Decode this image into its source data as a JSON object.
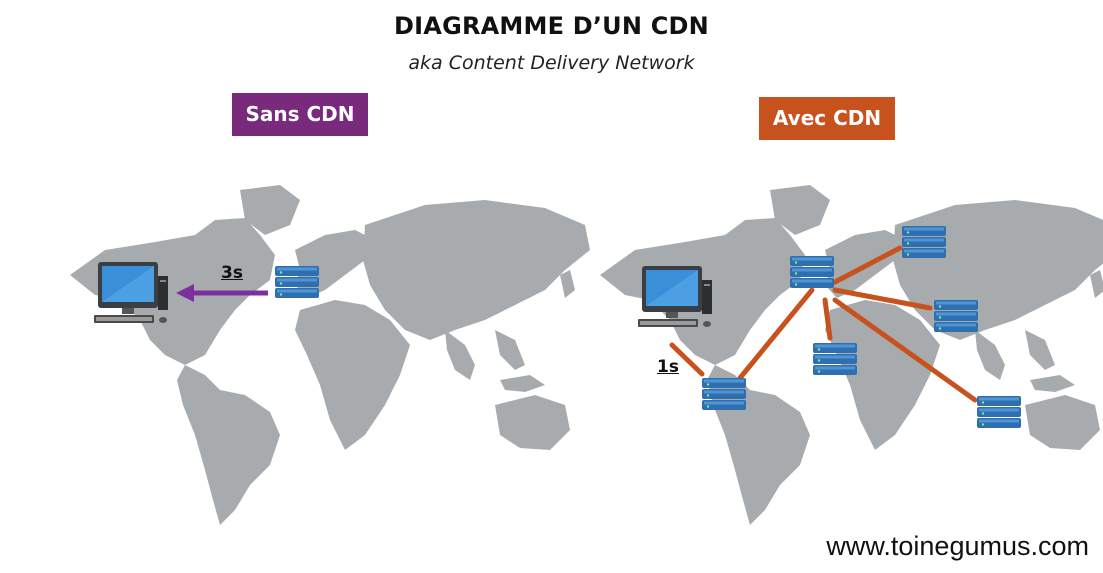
{
  "header": {
    "title": "DIAGRAMME D’UN CDN",
    "subtitle": "aka Content Delivery Network"
  },
  "panels": {
    "left": {
      "badge": "Sans CDN",
      "latency": "3s",
      "badge_color": "#7a2a7d",
      "link_color": "#7b2f9e"
    },
    "right": {
      "badge": "Avec CDN",
      "latency": "1s",
      "badge_color": "#c8521e",
      "link_color": "#c8521e"
    }
  },
  "footer": {
    "url": "www.toinegumus.com"
  },
  "colors": {
    "continent": "#a8abad",
    "server": "#2f6fb0",
    "server_light": "#4f95d6"
  }
}
